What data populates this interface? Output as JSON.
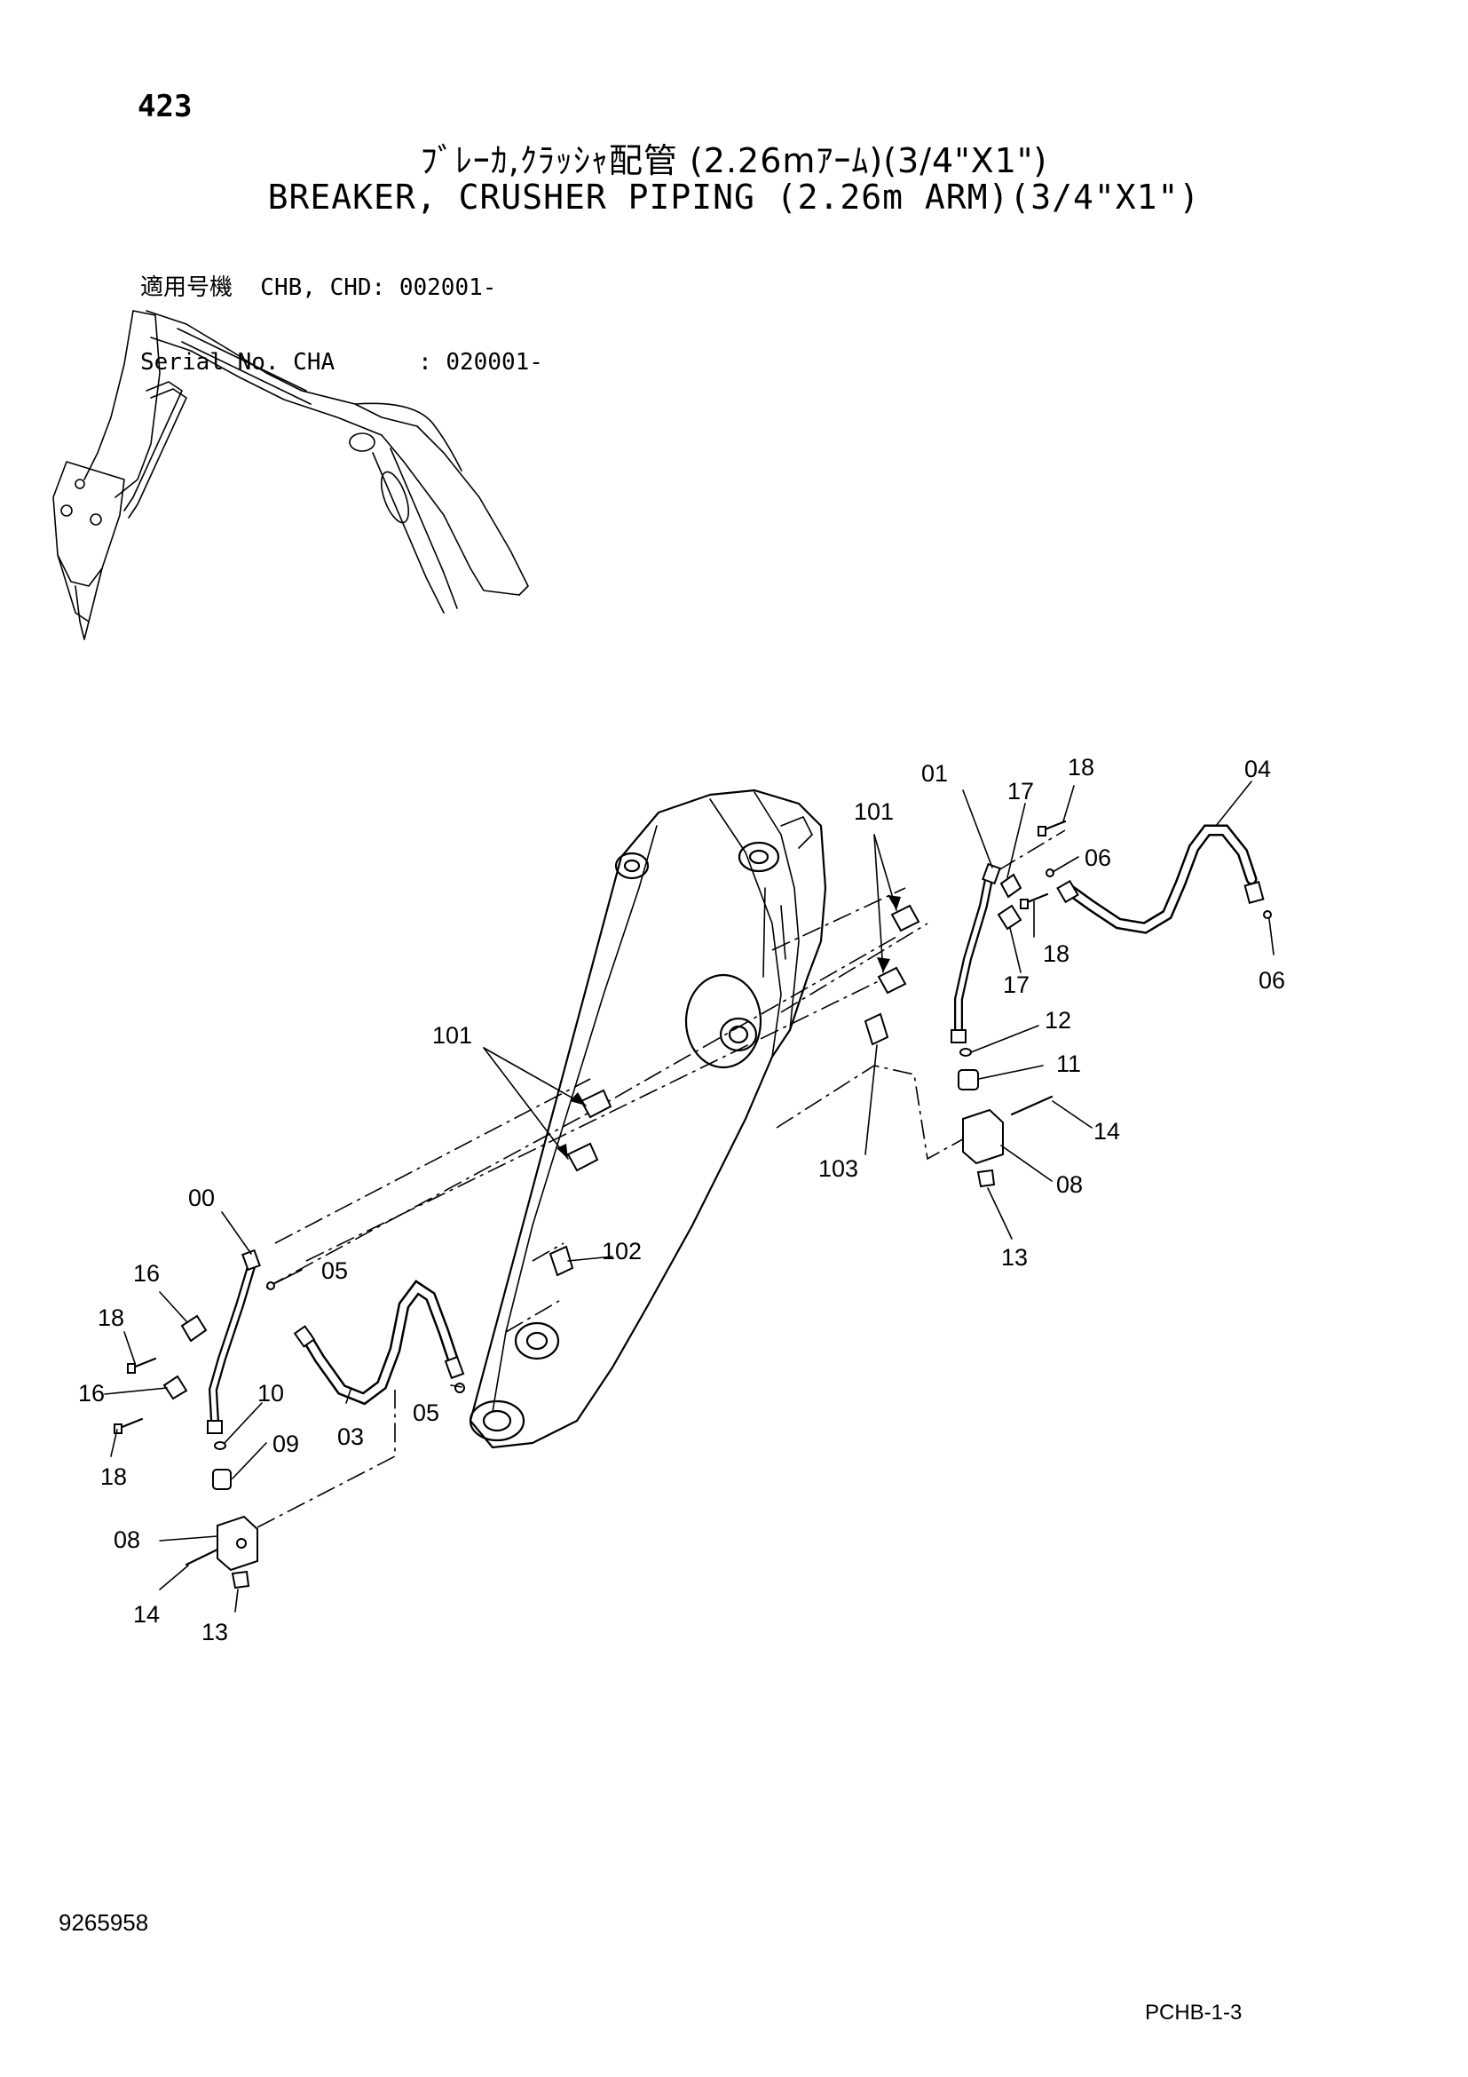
{
  "header": {
    "page_number": "423",
    "title_jp": "ﾌﾞﾚｰｶ,ｸﾗｯｼｬ配管 (2.26mｱｰﾑ)(3/4\"X1\")",
    "title_en": "BREAKER, CRUSHER PIPING (2.26m ARM)(3/4\"X1\")",
    "applicability": {
      "line1": "適用号機  CHB, CHD: 002001-",
      "line2": "Serial No. CHA      : 020001-"
    }
  },
  "footer": {
    "doc_number": "9265958",
    "page_code": "PCHB-1-3"
  },
  "callouts": {
    "c00": "00",
    "c01": "01",
    "c03": "03",
    "c04": "04",
    "c05a": "05",
    "c05b": "05",
    "c06a": "06",
    "c06b": "06",
    "c08a": "08",
    "c08b": "08",
    "c09": "09",
    "c10": "10",
    "c11": "11",
    "c12": "12",
    "c13a": "13",
    "c13b": "13",
    "c14a": "14",
    "c14b": "14",
    "c16a": "16",
    "c16b": "16",
    "c17a": "17",
    "c17b": "17",
    "c18a": "18",
    "c18b": "18",
    "c18c": "18",
    "c18d": "18",
    "c101a": "101",
    "c101b": "101",
    "c102": "102",
    "c103": "103"
  }
}
